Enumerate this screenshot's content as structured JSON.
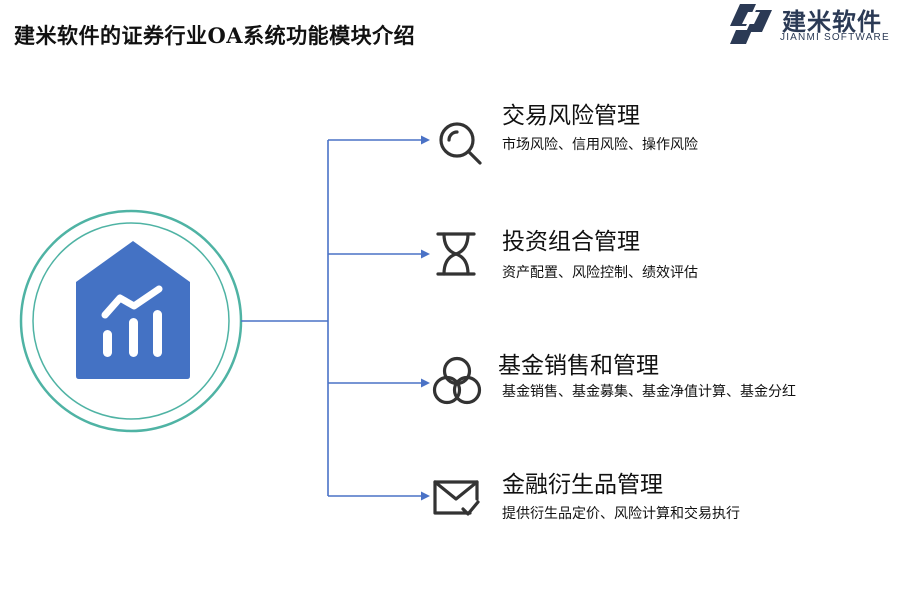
{
  "page": {
    "title": "建米软件的证券行业OA系统功能模块介绍"
  },
  "logo": {
    "name": "建米软件",
    "subtitle": "JIANMI SOFTWARE"
  },
  "colors": {
    "accent_blue": "#4472c4",
    "circle_teal": "#4fb3a4",
    "connector_blue": "#4a72c6",
    "icon_dark": "#333333"
  },
  "modules": [
    {
      "title": "交易风险管理",
      "desc": "市场风险、信用风险、操作风险",
      "icon": "search-icon"
    },
    {
      "title": "投资组合管理",
      "desc": "资产配置、风险控制、绩效评估",
      "icon": "hourglass-icon"
    },
    {
      "title": "基金销售和管理",
      "desc": "基金销售、基金募集、基金净值计算、基金分红",
      "icon": "circles-icon"
    },
    {
      "title": "金融衍生品管理",
      "desc": "提供衍生品定价、风险计算和交易执行",
      "icon": "mail-icon"
    }
  ],
  "hub_icon": "house-chart-icon"
}
